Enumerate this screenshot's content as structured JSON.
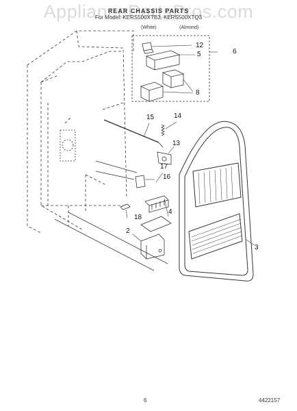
{
  "watermark": "AppliancePartsPros.com",
  "header": {
    "title": "REAR CHASSIS PARTS",
    "line2": "For Model: KERS500XTB3, KERS500XTQ3",
    "color1": "(White)",
    "color2": "(Almond)"
  },
  "callouts": {
    "c12": "12",
    "c5": "5",
    "c6": "6",
    "c8": "8",
    "c15": "15",
    "c14": "14",
    "c13": "13",
    "c17": "17",
    "c16": "16",
    "c4": "4",
    "c18": "18",
    "c2": "2",
    "c3": "3"
  },
  "footer": {
    "page": "6",
    "doc_number": "4422157"
  }
}
